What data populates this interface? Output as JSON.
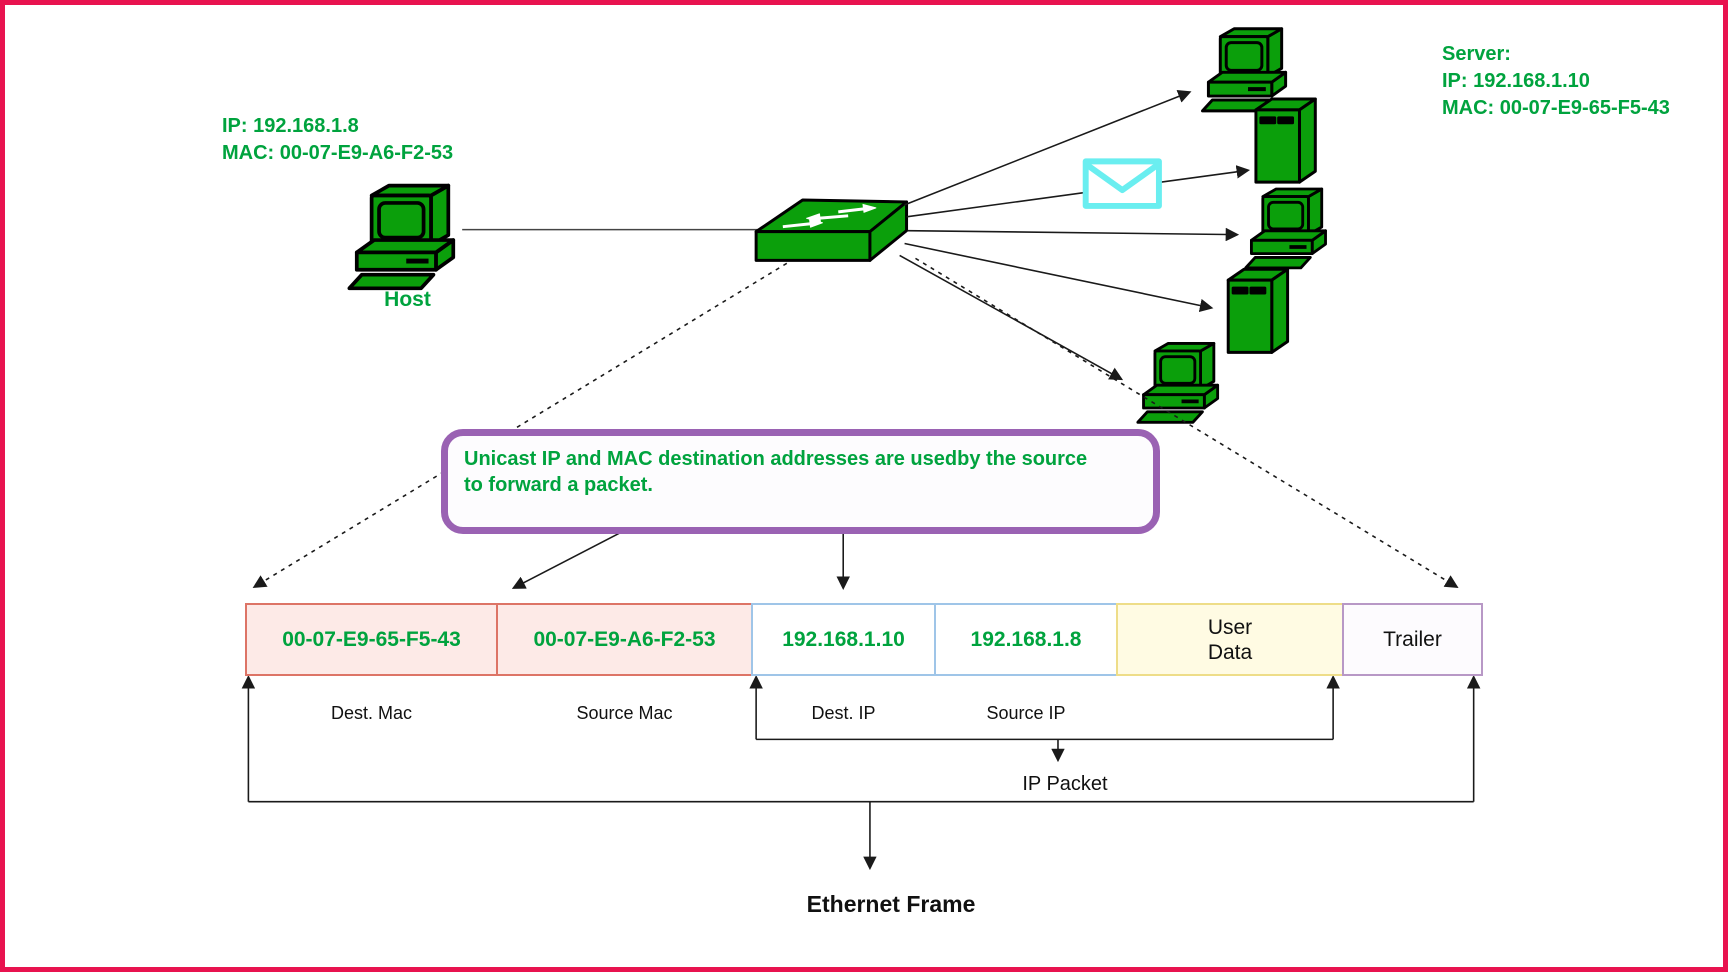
{
  "colors": {
    "border_pink": "#e8134f",
    "green_text": "#00a33e",
    "icon_green": "#0b9f0b",
    "icon_outline": "#000000",
    "envelope_cyan": "#6aeef0",
    "note_border": "#9a62b3",
    "mac_cell_bg": "#fdeae7",
    "mac_cell_border": "#dd7466",
    "ip_cell_bg": "#ffffff",
    "ip_cell_border": "#9fc5e8",
    "data_cell_bg": "#fffbe3",
    "data_cell_border": "#eedd88",
    "trailer_cell_bg": "#fdfbfe",
    "trailer_cell_border": "#b898c6",
    "line_color": "#1a1a1a"
  },
  "host": {
    "info_line1": "IP: 192.168.1.8",
    "info_line2": "MAC: 00-07-E9-A6-F2-53",
    "label": "Host"
  },
  "server": {
    "info_line1": "Server:",
    "info_line2": "IP: 192.168.1.10",
    "info_line3": "MAC: 00-07-E9-65-F5-43"
  },
  "note": {
    "line1": "Unicast IP and MAC destination addresses are usedby the source",
    "line2": "to forward a packet."
  },
  "frame": {
    "cells": [
      {
        "value": "00-07-E9-65-F5-43",
        "label": "Dest. Mac"
      },
      {
        "value": "00-07-E9-A6-F2-53",
        "label": "Source Mac"
      },
      {
        "value": "192.168.1.10",
        "label": "Dest. IP"
      },
      {
        "value": "192.168.1.8",
        "label": "Source IP"
      },
      {
        "value": "User\nData",
        "label": ""
      },
      {
        "value": "Trailer",
        "label": ""
      }
    ],
    "ip_packet_label": "IP Packet",
    "ethernet_frame_label": "Ethernet Frame"
  },
  "icons": {
    "switch": "network-switch-icon",
    "host_computer": "desktop-computer-icon",
    "clients": "desktop-computer-icon",
    "servers": "server-tower-icon",
    "message": "mail-envelope-icon"
  }
}
